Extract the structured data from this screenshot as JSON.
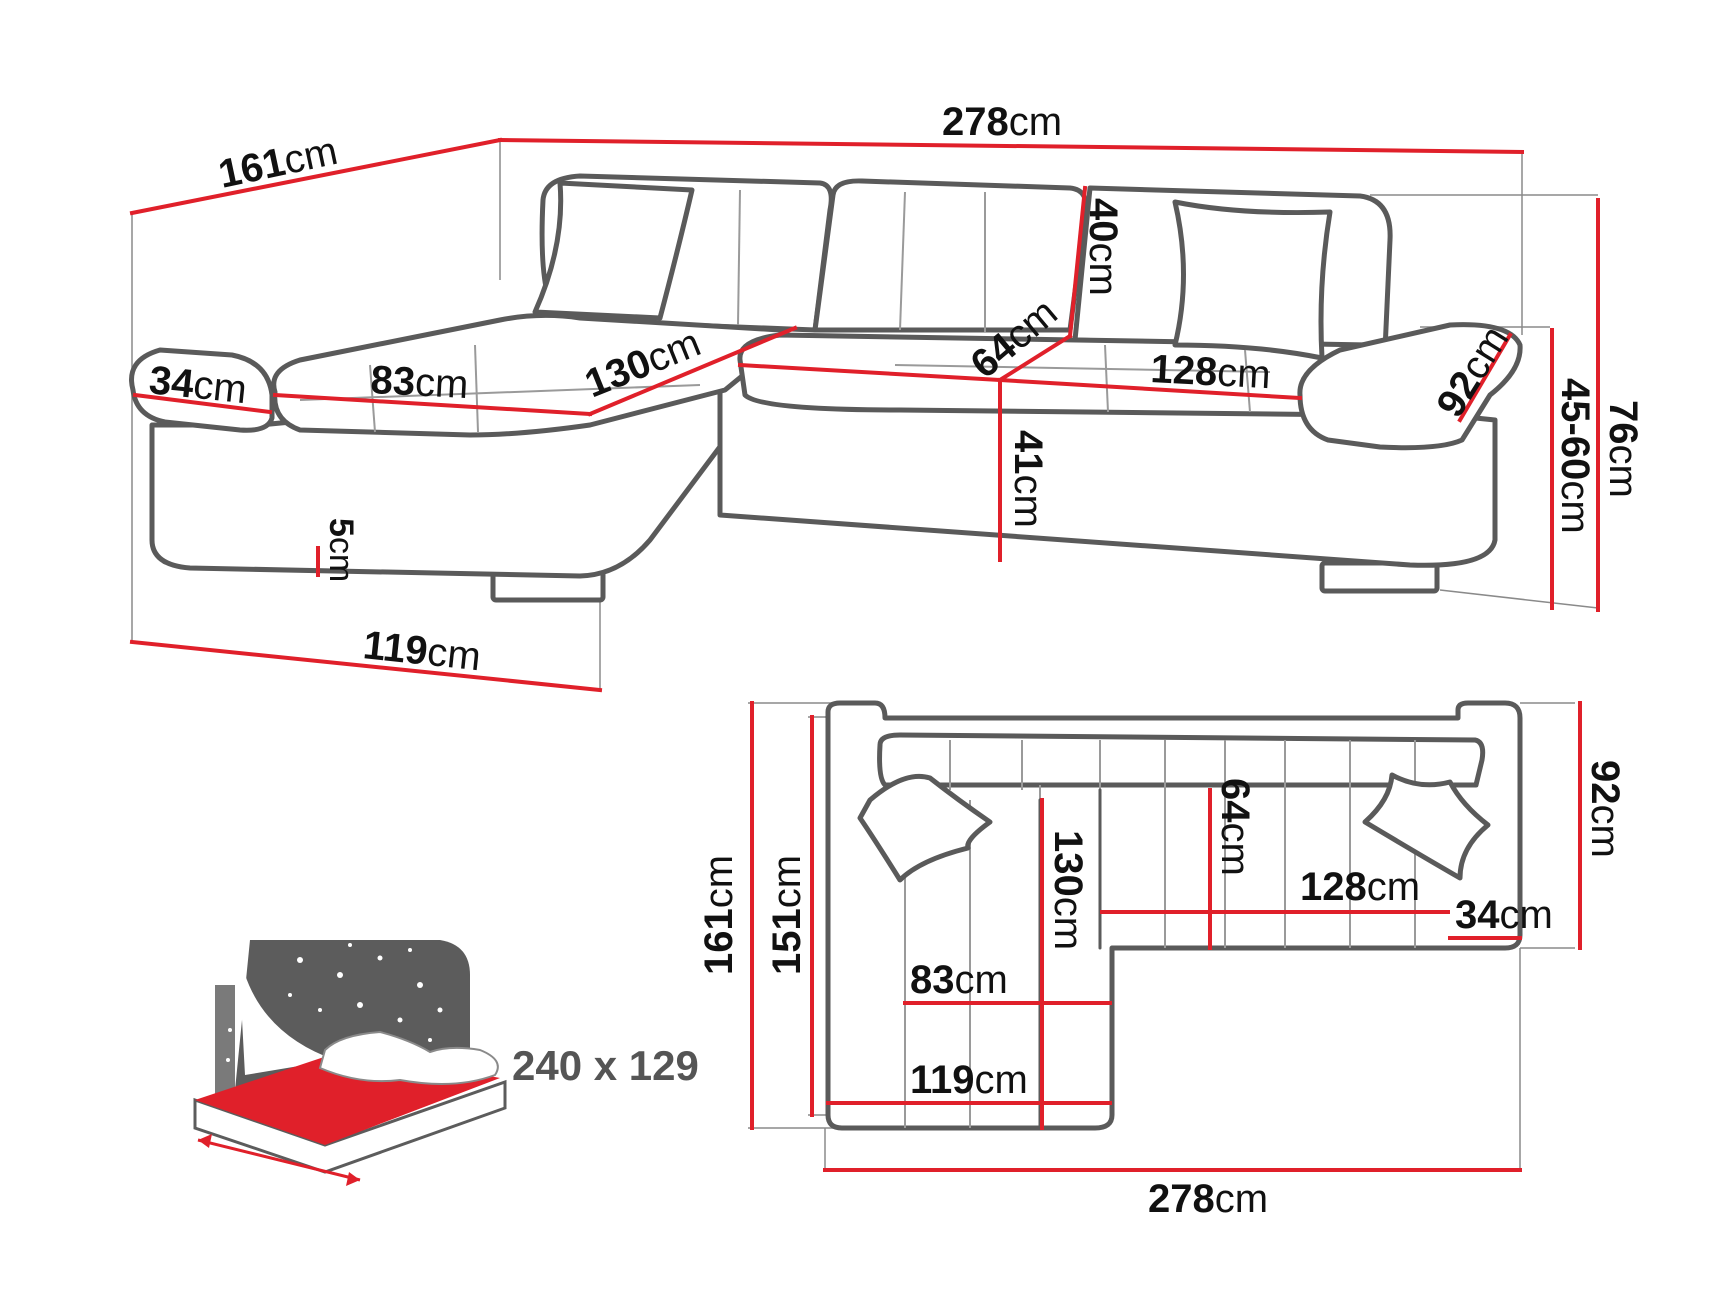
{
  "colors": {
    "dimension_line": "#e0202a",
    "outline": "#5a5a5a",
    "bed_sheet": "#e0202a",
    "bed_dark": "#5c5c5c"
  },
  "perspective_view": {
    "total_width": {
      "value": "278",
      "unit": "cm"
    },
    "chaise_depth": {
      "value": "161",
      "unit": "cm"
    },
    "chaise_front_width": {
      "value": "119",
      "unit": "cm"
    },
    "left_armrest_width": {
      "value": "34",
      "unit": "cm"
    },
    "chaise_seat_width": {
      "value": "83",
      "unit": "cm"
    },
    "chaise_seat_depth": {
      "value": "130",
      "unit": "cm"
    },
    "back_height": {
      "value": "40",
      "unit": "cm"
    },
    "seat_depth": {
      "value": "64",
      "unit": "cm"
    },
    "main_seat_width": {
      "value": "128",
      "unit": "cm"
    },
    "right_armrest_depth": {
      "value": "92",
      "unit": "cm"
    },
    "seat_height": {
      "value": "41",
      "unit": "cm"
    },
    "leg_height": {
      "value": "5",
      "unit": "cm"
    },
    "armrest_height": {
      "value": "45-60",
      "unit": "cm"
    },
    "total_height": {
      "value": "76",
      "unit": "cm"
    }
  },
  "top_view": {
    "total_depth": {
      "value": "161",
      "unit": "cm"
    },
    "inner_depth": {
      "value": "151",
      "unit": "cm"
    },
    "chaise_seat_depth": {
      "value": "130",
      "unit": "cm"
    },
    "seat_depth": {
      "value": "64",
      "unit": "cm"
    },
    "main_seat_width": {
      "value": "128",
      "unit": "cm"
    },
    "armrest_width": {
      "value": "34",
      "unit": "cm"
    },
    "body_depth": {
      "value": "92",
      "unit": "cm"
    },
    "chaise_seat_width": {
      "value": "83",
      "unit": "cm"
    },
    "chaise_width": {
      "value": "119",
      "unit": "cm"
    },
    "total_width": {
      "value": "278",
      "unit": "cm"
    }
  },
  "sleeping_area": {
    "size": "240 x 129"
  }
}
